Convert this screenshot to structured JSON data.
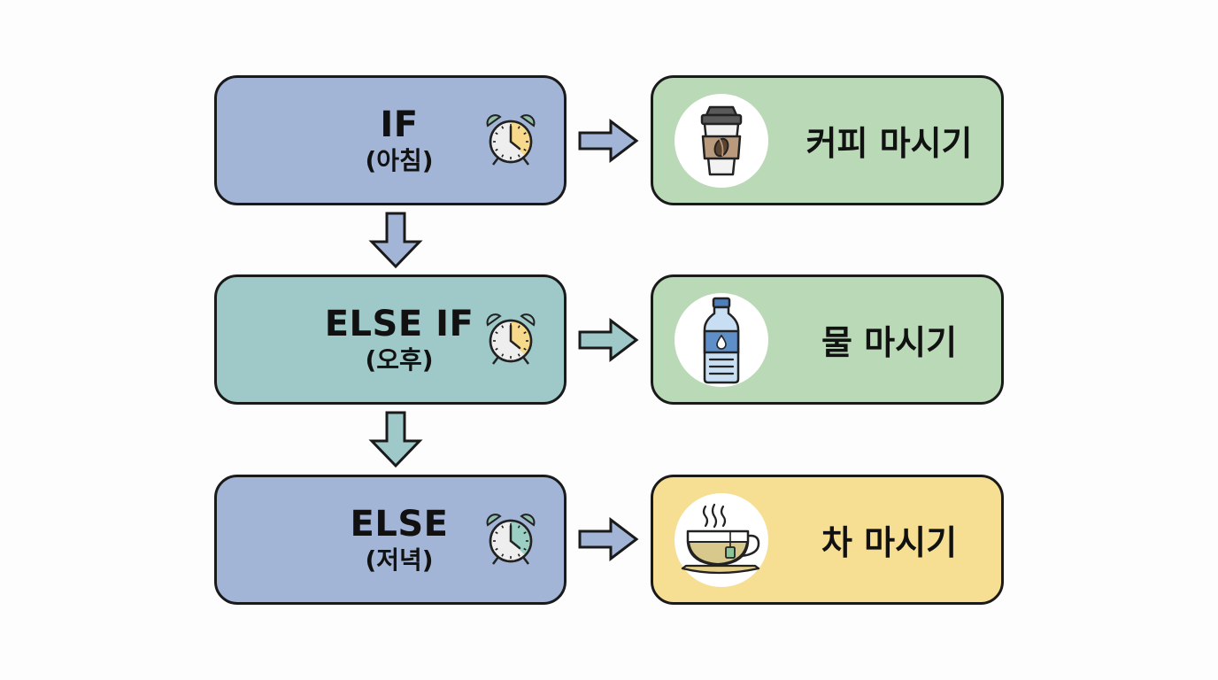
{
  "diagram": {
    "type": "if-else-flow",
    "colors": {
      "if_box": "#a2b5d6",
      "else_if_box": "#9fc8c8",
      "else_box": "#a2b5d6",
      "coffee_box": "#b9d9b7",
      "water_box": "#b9d9b7",
      "tea_box": "#f6df93",
      "arrow_fill_blue": "#a2b5d6",
      "arrow_fill_teal": "#9fc8c8",
      "outline": "#1a1a1a"
    },
    "conditions": [
      {
        "keyword": "IF",
        "time": "(아침)",
        "icon": "alarm-clock-icon"
      },
      {
        "keyword": "ELSE IF",
        "time": "(오후)",
        "icon": "alarm-clock-icon"
      },
      {
        "keyword": "ELSE",
        "time": "(저녁)",
        "icon": "alarm-clock-icon"
      }
    ],
    "actions": [
      {
        "label": "커피 마시기",
        "icon": "coffee-cup-icon"
      },
      {
        "label": "물 마시기",
        "icon": "water-bottle-icon"
      },
      {
        "label": "차 마시기",
        "icon": "tea-cup-icon"
      }
    ]
  }
}
